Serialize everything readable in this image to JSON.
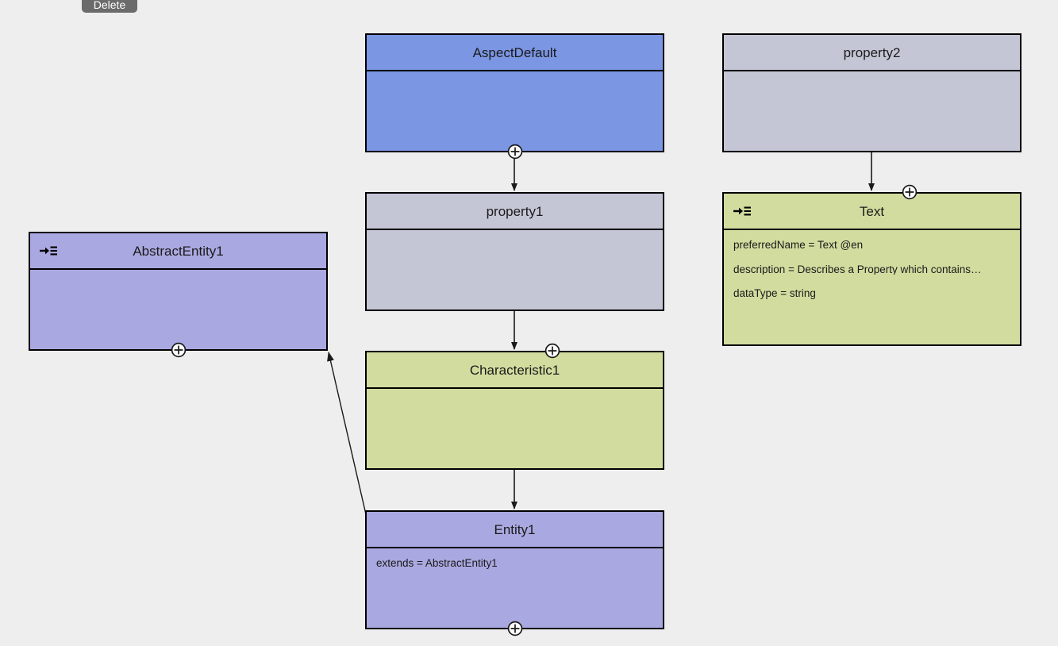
{
  "app": {
    "background_color": "#eeeeee",
    "canvas_name": "model-diagram-canvas"
  },
  "toolbar": {
    "delete_label": "Delete",
    "delete_color": "#6b6b6b"
  },
  "palette": {
    "aspect_blue": "#7b96e3",
    "property_gray": "#c4c6d6",
    "characteristic_green": "#d3dc9f",
    "entity_purple": "#aaa8e0",
    "border": "#000000"
  },
  "shapes": [
    {
      "id": "aspect-default",
      "title": "AspectDefault",
      "kind": "aspect",
      "color": "#7b96e3",
      "abstract_icon": false,
      "expander": true,
      "properties": []
    },
    {
      "id": "property2",
      "title": "property2",
      "kind": "property",
      "color": "#c4c6d6",
      "abstract_icon": false,
      "expander": false,
      "properties": []
    },
    {
      "id": "property1",
      "title": "property1",
      "kind": "property",
      "color": "#c4c6d6",
      "abstract_icon": false,
      "expander": false,
      "properties": []
    },
    {
      "id": "text",
      "title": "Text",
      "kind": "characteristic",
      "color": "#d3dc9f",
      "abstract_icon": true,
      "expander": false,
      "properties": [
        "preferredName = Text @en",
        "description = Describes a Property which contains…",
        "dataType = string"
      ]
    },
    {
      "id": "abstract-entity1",
      "title": "AbstractEntity1",
      "kind": "entity",
      "color": "#aaa8e0",
      "abstract_icon": true,
      "expander": true,
      "properties": []
    },
    {
      "id": "characteristic1",
      "title": "Characteristic1",
      "kind": "characteristic",
      "color": "#d3dc9f",
      "abstract_icon": false,
      "expander": true,
      "properties": []
    },
    {
      "id": "entity1",
      "title": "Entity1",
      "kind": "entity",
      "color": "#aaa8e0",
      "abstract_icon": false,
      "expander": true,
      "properties": [
        "extends = AbstractEntity1"
      ]
    }
  ],
  "icons": {
    "abstract_marker": "arrow-list-icon",
    "expander": "plus-circle-icon"
  },
  "edges": [
    {
      "from": "aspect-default",
      "to": "property1",
      "style": "solid-arrow"
    },
    {
      "from": "property1",
      "to": "characteristic1",
      "style": "solid-arrow"
    },
    {
      "from": "characteristic1",
      "to": "entity1",
      "style": "solid-arrow"
    },
    {
      "from": "property2",
      "to": "text",
      "style": "solid-arrow"
    },
    {
      "from": "entity1",
      "to": "abstract-entity1",
      "style": "solid-arrow-diagonal"
    }
  ]
}
